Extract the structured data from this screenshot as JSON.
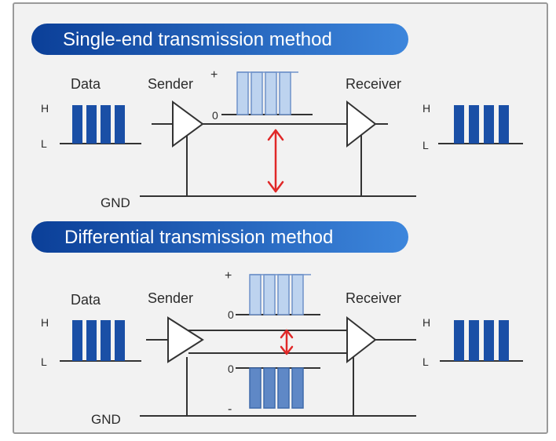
{
  "colors": {
    "panel_bg": "#f2f2f2",
    "border": "#9a9a9a",
    "banner_dark": "#0b3f98",
    "banner_light": "#3d86dc",
    "pulse_dark": "#1a4fa6",
    "pulse_light": "#bdd3ef",
    "pulse_light_stroke": "#6f92c9",
    "pulse_neg": "#5f88c6",
    "line": "#333333",
    "arrow": "#e02828",
    "text": "#2b2b2b"
  },
  "single": {
    "title": "Single-end transmission method",
    "data_label": "Data",
    "sender_label": "Sender",
    "receiver_label": "Receiver",
    "gnd_label": "GND",
    "h_label": "H",
    "l_label": "L",
    "h_label_right": "H",
    "l_label_right": "L",
    "plus_label": "+",
    "zero_label": "0"
  },
  "differential": {
    "title": "Differential transmission method",
    "data_label": "Data",
    "sender_label": "Sender",
    "receiver_label": "Receiver",
    "gnd_label": "GND",
    "h_label": "H",
    "l_label": "L",
    "h_label_right": "H",
    "l_label_right": "L",
    "plus_label": "+",
    "zero_top_label": "0",
    "zero_bottom_label": "0",
    "minus_label": "-"
  }
}
